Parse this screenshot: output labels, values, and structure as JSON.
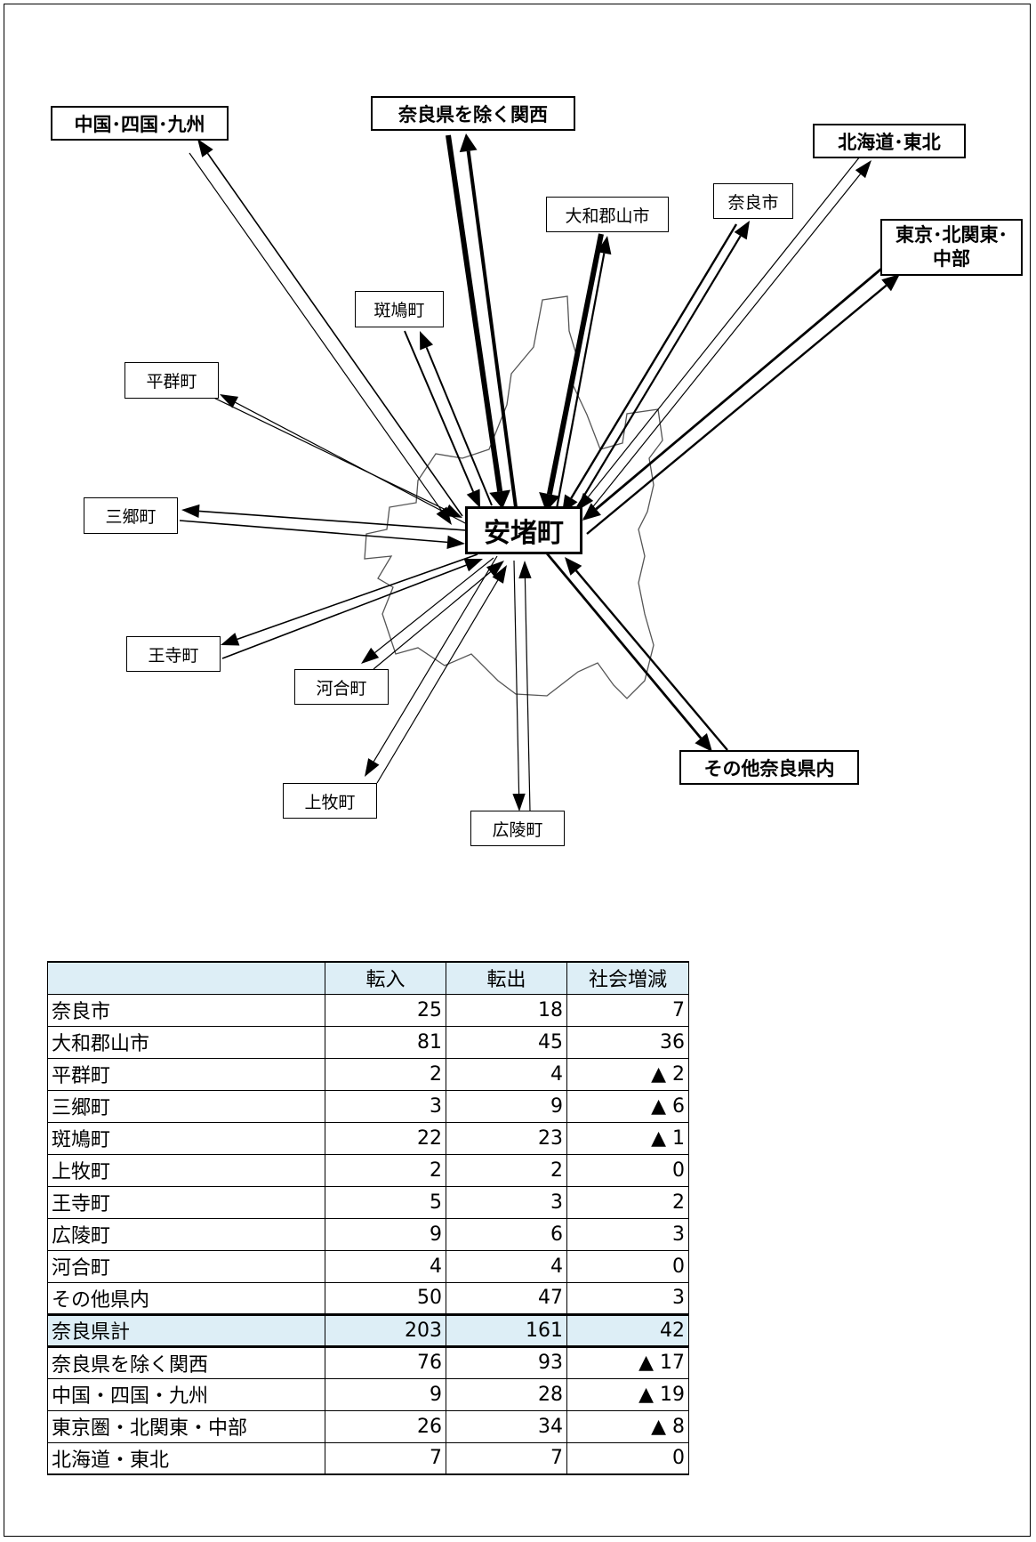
{
  "center": "安堵町",
  "labels": {
    "nara_shi": "奈良市",
    "yamatokoriyama": "大和郡山市",
    "heguri": "平群町",
    "sango": "三郷町",
    "ikaruga": "斑鳩町",
    "kanmaki": "上牧町",
    "oji": "王寺町",
    "koryo": "広陵町",
    "kawai": "河合町",
    "other_nara": "その他奈良県内",
    "kansai": "奈良県を除く関西",
    "chugoku": "中国･四国･九州",
    "tokyo_line1": "東京･北関東･",
    "tokyo_line2": "中部",
    "hokkaido": "北海道･東北"
  },
  "table": {
    "headers": [
      "",
      "転入",
      "転出",
      "社会増減"
    ],
    "rows": [
      {
        "name": "奈良市",
        "in": "25",
        "out": "18",
        "net": "7"
      },
      {
        "name": "大和郡山市",
        "in": "81",
        "out": "45",
        "net": "36"
      },
      {
        "name": "平群町",
        "in": "2",
        "out": "4",
        "net": "▲ 2"
      },
      {
        "name": "三郷町",
        "in": "3",
        "out": "9",
        "net": "▲ 6"
      },
      {
        "name": "斑鳩町",
        "in": "22",
        "out": "23",
        "net": "▲ 1"
      },
      {
        "name": "上牧町",
        "in": "2",
        "out": "2",
        "net": "0"
      },
      {
        "name": "王寺町",
        "in": "5",
        "out": "3",
        "net": "2"
      },
      {
        "name": "広陵町",
        "in": "9",
        "out": "6",
        "net": "3"
      },
      {
        "name": "河合町",
        "in": "4",
        "out": "4",
        "net": "0"
      },
      {
        "name": "その他県内",
        "in": "50",
        "out": "47",
        "net": "3"
      },
      {
        "name": "奈良県計",
        "in": "203",
        "out": "161",
        "net": "42",
        "total": true
      },
      {
        "name": "奈良県を除く関西",
        "in": "76",
        "out": "93",
        "net": "▲ 17"
      },
      {
        "name": "中国・四国・九州",
        "in": "9",
        "out": "28",
        "net": "▲ 19"
      },
      {
        "name": "東京圏・北関東・中部",
        "in": "26",
        "out": "34",
        "net": "▲ 8"
      },
      {
        "name": "北海道・東北",
        "in": "7",
        "out": "7",
        "net": "0"
      }
    ]
  }
}
